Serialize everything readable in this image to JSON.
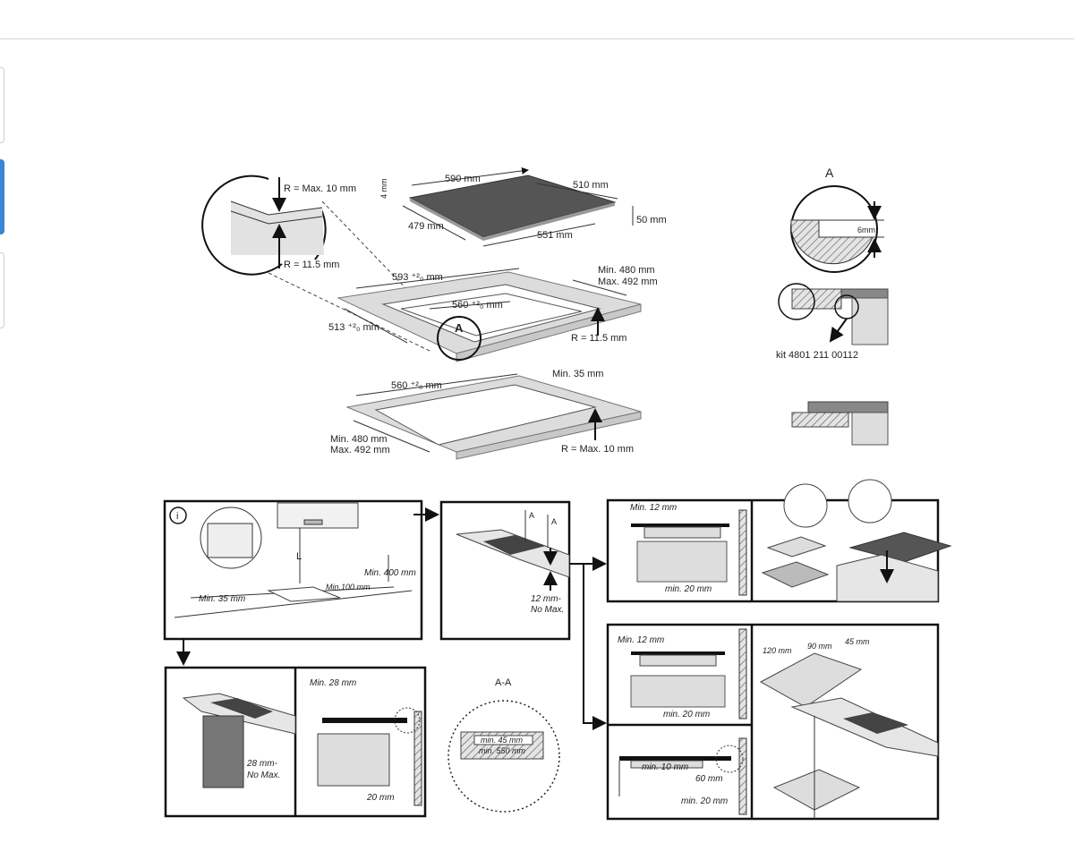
{
  "viewer": {
    "thumbnails": [
      {
        "state": "normal"
      },
      {
        "state": "active"
      },
      {
        "state": "normal"
      }
    ]
  },
  "diagram": {
    "hob": {
      "width": "590 mm",
      "depth": "510 mm",
      "glass_thickness": "4 mm",
      "body_depth": "479 mm",
      "body_width": "551 mm",
      "height": "50 mm"
    },
    "corner_detail": {
      "r_max": "R = Max. 10 mm",
      "r_inner": "R = 11.5 mm"
    },
    "flush_cutout": {
      "outer_width": "593 ⁺²₀ mm",
      "inner_width": "560 ⁺²₀ mm",
      "outer_depth": "513 ⁺²₀ mm",
      "depth_min": "Min. 480 mm",
      "depth_max": "Max. 492 mm",
      "detail_marker": "A",
      "radius": "R = 11.5 mm"
    },
    "standard_cutout": {
      "width": "560 ⁺²₀ mm",
      "edge_min": "Min. 35 mm",
      "depth_min": "Min. 480 mm",
      "depth_max": "Max. 492 mm",
      "radius": "R = Max. 10 mm"
    },
    "detail_a": {
      "title": "A",
      "step": "6mm",
      "kit": "kit 4801 211 00112"
    },
    "install_steps": {
      "hood": {
        "info": "i",
        "l_label": "L",
        "min_400": "Min. 400 mm",
        "min_100": "Min.100 mm",
        "min_35": "Min. 35 mm"
      },
      "worktop": {
        "section_a1": "A",
        "section_a2": "A",
        "thickness_1": "12 mm-",
        "thickness_2": "No Max."
      },
      "oven": {
        "thickness_1": "28 mm-",
        "thickness_2": "No Max.",
        "min_28": "Min. 28 mm",
        "gap_20": "20 mm"
      },
      "section_aa": {
        "title": "A-A",
        "min_45": "min. 45 mm",
        "min_550": "min. 550 mm"
      },
      "drawer_top": {
        "min_12": "Min. 12 mm",
        "min_20": "min. 20 mm"
      },
      "drawer_mid": {
        "min_12": "Min. 12 mm",
        "min_20": "min. 20 mm"
      },
      "drawer_bottom": {
        "min_10": "min. 10 mm",
        "gap_60": "60 mm",
        "min_20": "min. 20 mm"
      },
      "panel_cut": {
        "d120": "120 mm",
        "d90": "90 mm",
        "d45": "45 mm"
      }
    }
  }
}
